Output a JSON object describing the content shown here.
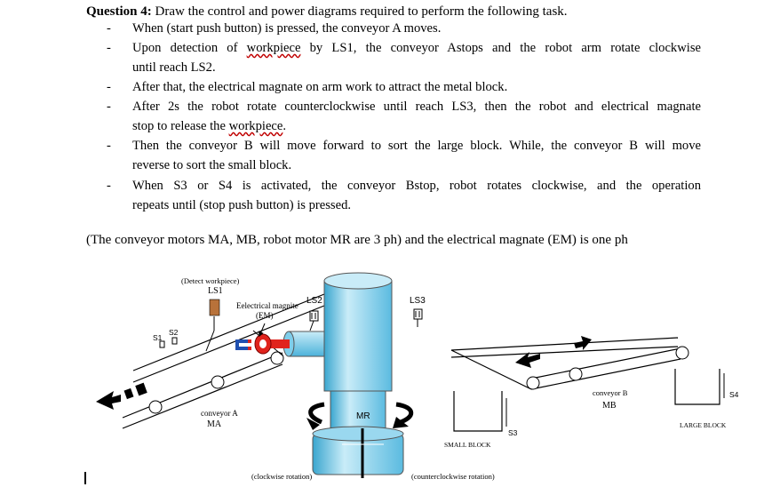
{
  "question": {
    "title": "Question 4:",
    "intro": " Draw the control and power diagrams required to perform the following task."
  },
  "tasks": [
    {
      "dash": "-",
      "line1": "When (start push button) is pressed, the conveyor A moves.",
      "line2": ""
    },
    {
      "dash": "-",
      "line1_a": "Upon detection of ",
      "line1_b": "workpiece",
      "line1_c": " by LS1, the conveyor Astops and the robot arm rotate clockwise",
      "line2": "until reach LS2."
    },
    {
      "dash": "-",
      "line1": "After that, the electrical magnate on arm work to attract the metal block.",
      "line2": ""
    },
    {
      "dash": "-",
      "line1": "After 2s the robot rotate counterclockwise until reach LS3, then the robot and electrical magnate",
      "line2_a": "stop to release the ",
      "line2_b": "workpiece",
      "line2_c": "."
    },
    {
      "dash": "-",
      "line1": "Then the conveyor B will move forward to sort the large block. While, the conveyor B will move",
      "line2": "reverse to sort the small block."
    },
    {
      "dash": "-",
      "line1": "When S3 or S4 is activated, the conveyor Bstop, robot rotates clockwise, and the operation",
      "line2": "repeats until (stop push button) is pressed."
    }
  ],
  "note": "(The conveyor motors MA, MB, robot motor MR are 3 ph) and the electrical magnate (EM) is one ph",
  "diagram": {
    "detect_workpiece": "(Detect workpiece)",
    "ls1": "LS1",
    "ls2": "LS2",
    "ls3": "LS3",
    "s1": "S1",
    "s2": "S2",
    "s3": "S3",
    "s4": "S4",
    "magnite": "Eelectrical magnite",
    "em": "(EM)",
    "mr": "MR",
    "conveyor_a": "conveyor A",
    "ma": "MA",
    "conveyor_b": "conveyor B",
    "mb": "MB",
    "small_block": "SMALL BLOCK",
    "large_block": "LARGE BLOCK",
    "clockwise": "(clockwise rotation)",
    "counterclockwise": "(counterclockwise rotation)"
  },
  "colors": {
    "robot_light": "#c9ecf8",
    "robot_mid": "#7fcdea",
    "robot_dark": "#3aa6cf",
    "magnet_red": "#e0231c",
    "sensor_brown": "#b8723a"
  }
}
